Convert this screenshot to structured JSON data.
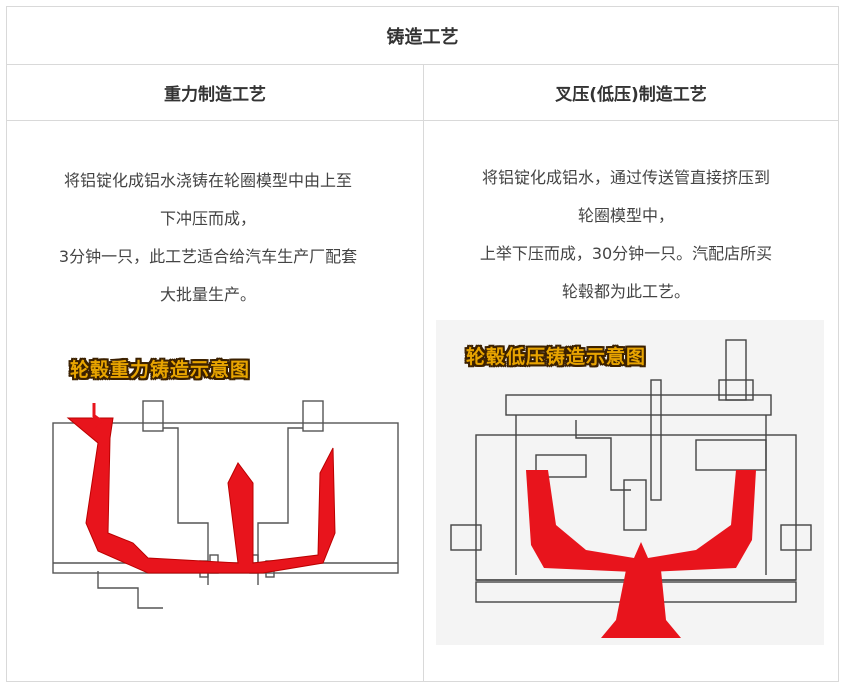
{
  "table": {
    "title": "铸造工艺",
    "columns": [
      {
        "header": "重力制造工艺",
        "lines": [
          "将铝锭化成铝水浇铸在轮圈模型中由上至",
          "下冲压而成，",
          "3分钟一只，此工艺适合给汽车生产厂配套",
          "大批量生产。"
        ],
        "figure_label": "轮毂重力铸造示意图"
      },
      {
        "header": "叉压(低压)制造工艺",
        "lines": [
          "将铝锭化成铝水，通过传送管直接挤压到",
          "轮圈模型中，",
          "上举下压而成，30分钟一只。汽配店所买",
          "轮毂都为此工艺。"
        ],
        "figure_label": "轮毂低压铸造示意图"
      }
    ]
  },
  "colors": {
    "molten_metal": "#e8141c",
    "label_fill": "#e8a400",
    "border": "#d9d9d9"
  }
}
